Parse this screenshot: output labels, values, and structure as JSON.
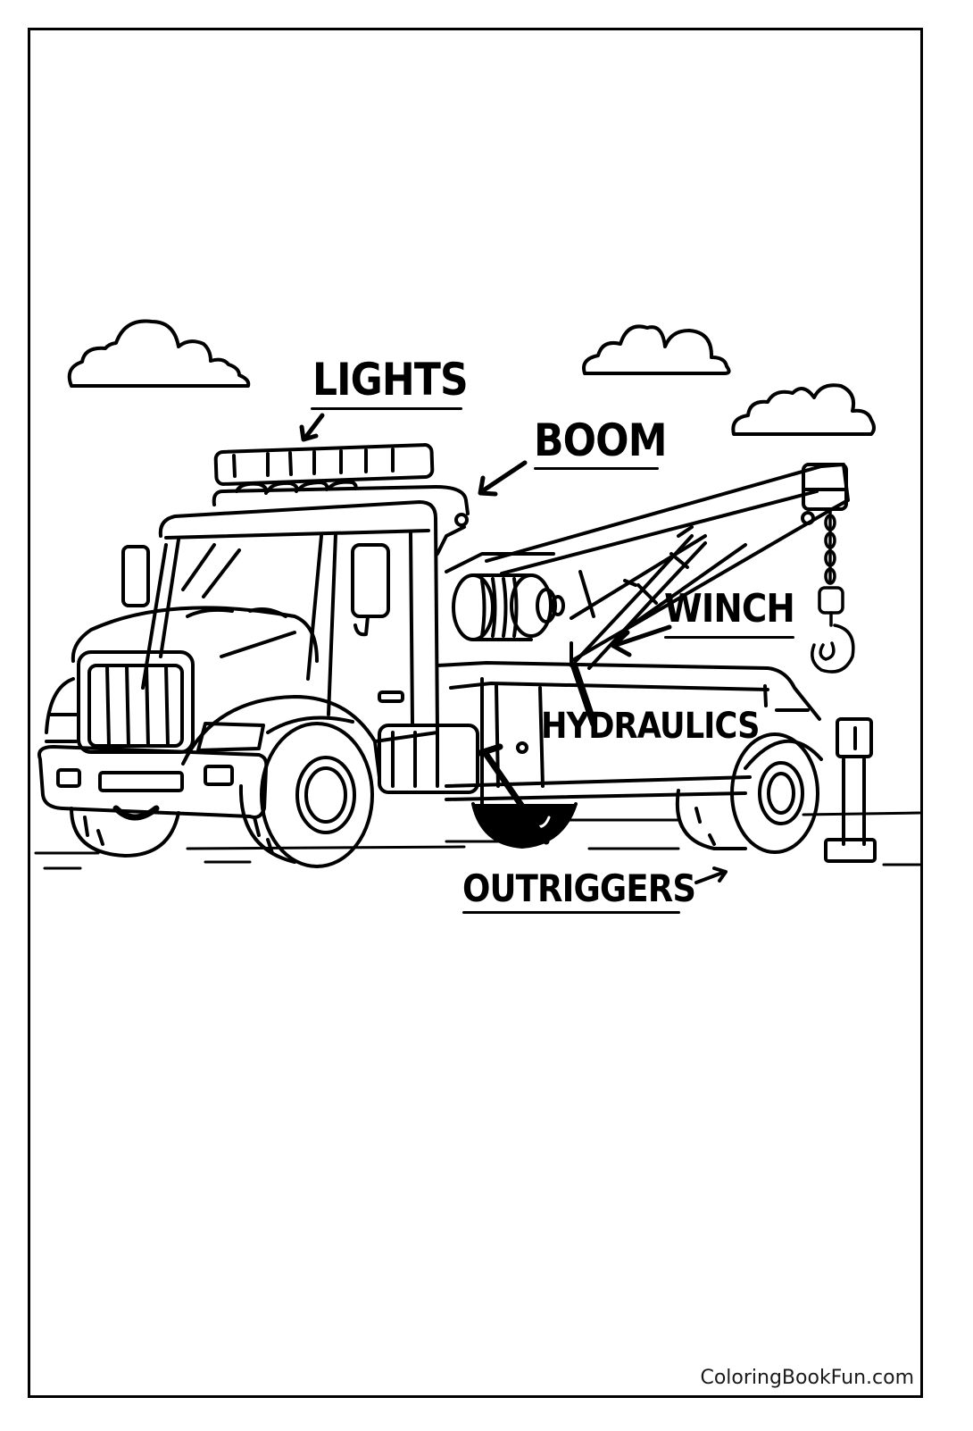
{
  "page": {
    "type": "coloring-page",
    "subject": "tow truck with labeled parts",
    "colors": {
      "ink": "#000000",
      "paper": "#ffffff"
    }
  },
  "labels": [
    {
      "id": "lights",
      "text": "LIGHTS"
    },
    {
      "id": "boom",
      "text": "BOOM"
    },
    {
      "id": "winch",
      "text": "WINCH"
    },
    {
      "id": "hydraulics",
      "text": "HYDRAULICS"
    },
    {
      "id": "outriggers",
      "text": "OUTRIGGERS"
    }
  ],
  "watermark": {
    "text": "ColoringBookFun.com"
  }
}
